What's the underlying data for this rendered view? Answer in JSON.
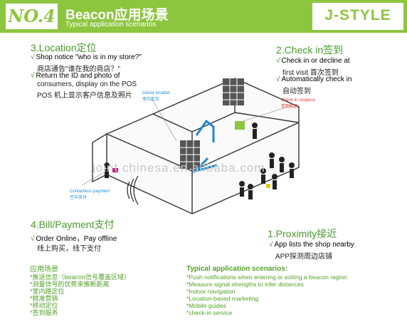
{
  "header": {
    "badge": "NO.4",
    "title": "Beacon应用场景",
    "subtitle": "Typical application scenarios",
    "logo": "J-STYLE"
  },
  "sections": {
    "location": {
      "title": "3.Location定位",
      "lines": [
        "Shop notice \"who is in my store?\"",
        "商店通告\"谁在我的商店？\"",
        "Return the ID and photo of",
        "consumers, display on the POS",
        "POS 机上显示客户信息及照片"
      ]
    },
    "checkin": {
      "title": "2.Check in签到",
      "lines": [
        "Check in or decline at",
        "first visit 首次签到",
        "Automatically check in",
        "自动签到"
      ]
    },
    "bill": {
      "title": "4.Bill/Payment支付",
      "lines": [
        "Order Online，Pay offline",
        "线上购买，线下支付"
      ]
    },
    "proximity": {
      "title": "1.Proximity接近",
      "lines": [
        "App lists the shop nearby",
        "APP探测周边店铺"
      ]
    }
  },
  "diagram_notes": {
    "indoor": "Indoor location 室内定位",
    "coupon": "Check in coupons 签到奖励",
    "contactless": "Contactless payment 空中支付"
  },
  "watermark": "joint chinesa.en.alibaba.com",
  "scenarios_cn": {
    "title": "应用场景",
    "items": [
      "*推送信息（beacon信号覆盖区域）",
      "*测量信号的优势来推断距离",
      "*室内路定位",
      "*精准营销",
      "*移动定位",
      "*签到服务"
    ]
  },
  "scenarios_en": {
    "title": "Typical application scenarios:",
    "items": [
      "*Push notifications when entering or exiting a beacon region",
      "*Measure signal strengths to infer distances",
      "*Indoor navigation",
      "*Location-based marketing",
      "*Mobile guides",
      "*check-in service"
    ]
  },
  "colors": {
    "brand_green": "#8cc63f",
    "note_blue": "#1e8ad6",
    "note_red": "#e2312b"
  }
}
